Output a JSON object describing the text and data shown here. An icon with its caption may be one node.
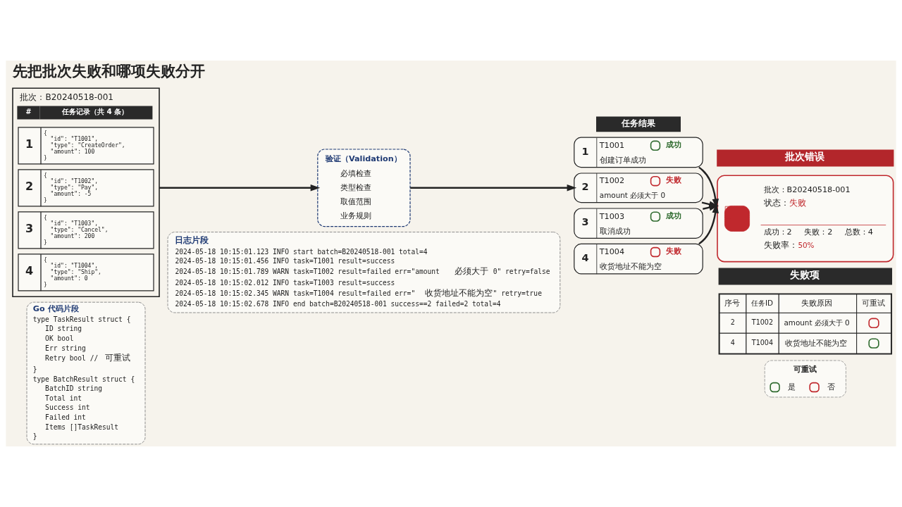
{
  "diagram": {
    "title": "先把批次失败和哪项失败分开",
    "nodes": [
      {
        "text": [
          "批次：B20240518-001",
          "#",
          "任务记录（共 4 条）"
        ]
      },
      {
        "text": [
          "1",
          "{",
          "\"id\": \"T1001\",",
          "\"type\": \"CreateOrder\",",
          "\"amount\": 100",
          "}"
        ],
        "in": 0
      },
      {
        "text": [
          "2",
          "{",
          "\"id\": \"T1002\",",
          "\"type\": \"Pay\",",
          "\"amount\": -5",
          "}"
        ],
        "in": 0
      },
      {
        "text": [
          "3",
          "{",
          "\"id\": \"T1003\",",
          "\"type\": \"Cancel\",",
          "\"amount\": 200",
          "}"
        ],
        "in": 0
      },
      {
        "text": [
          "4",
          "{",
          "\"id\": \"T1004\",",
          "\"type\": \"Ship\",",
          "\"amount\": 0",
          "}"
        ],
        "in": 0
      },
      {
        "text": [
          "验证（Validation）",
          "必填检查",
          "类型检查",
          "取值范围",
          "业务规则"
        ]
      },
      {
        "text": [
          "任务结果"
        ]
      },
      {
        "text": [
          "1",
          "T1001",
          "成功",
          "创建订单成功"
        ]
      },
      {
        "text": [
          "2",
          "T1002",
          "失败",
          "amount 必须大于 0"
        ]
      },
      {
        "text": [
          "3",
          "T1003",
          "成功",
          "取消成功"
        ]
      },
      {
        "text": [
          "4",
          "T1004",
          "失败",
          "收货地址不能为空"
        ]
      },
      {
        "text": [
          "批次错误",
          "批次：B20240518-001",
          "状态：失败",
          "成功：2",
          "失败：2",
          "总数：4",
          "失败率：50%"
        ]
      },
      {
        "text": [
          "失败项",
          "序号",
          "任务ID",
          "失败原因",
          "可重试",
          "2",
          "T1002",
          "amount 必须大于 0",
          "4",
          "T1004",
          "收货地址不能为空"
        ]
      },
      {
        "text": [
          "Go 代码片段",
          "type TaskResult struct {",
          "ID string",
          "OK bool",
          "Err string",
          "Retry bool // 可重试",
          "}",
          "type BatchResult struct {",
          "BatchID string",
          "Total int",
          "Success int",
          "Failed int",
          "Items []TaskResult",
          "}"
        ]
      },
      {
        "text": [
          "日志片段",
          "2024-05-18 10:15:01.123 INFO start batch=B20240518-001 total=4",
          "2024-05-18 10:15:01.456 INFO task=T1001 result=success",
          "2024-05-18 10:15:01.789 WARN task=T1002 result=failed err=\"amount 必须大于 0\" retry=false",
          "2024-05-18 10:15:02.012 INFO task=T1003 result=success",
          "2024-05-18 10:15:02.345 WARN task=T1004 result=failed err=\"收货地址不能为空\" retry=true",
          "2024-05-18 10:15:02.678 INFO end batch=B20240518-001 success==2 failed=2 total=4"
        ]
      }
    ],
    "edges": [
      {
        "from": 0,
        "to": 5,
        "arrow": "to"
      },
      {
        "from": 5,
        "to": 8,
        "arrow": "to"
      },
      {
        "from": 7,
        "to": 11,
        "arrow": "to"
      },
      {
        "from": 8,
        "to": 11,
        "arrow": "to"
      },
      {
        "from": 9,
        "to": 11,
        "arrow": "to"
      },
      {
        "from": 10,
        "to": 11,
        "arrow": "to"
      }
    ],
    "labels": [
      "可重试"
    ],
    "legend": [
      {
        "text": "是"
      },
      {
        "text": "否"
      }
    ]
  }
}
